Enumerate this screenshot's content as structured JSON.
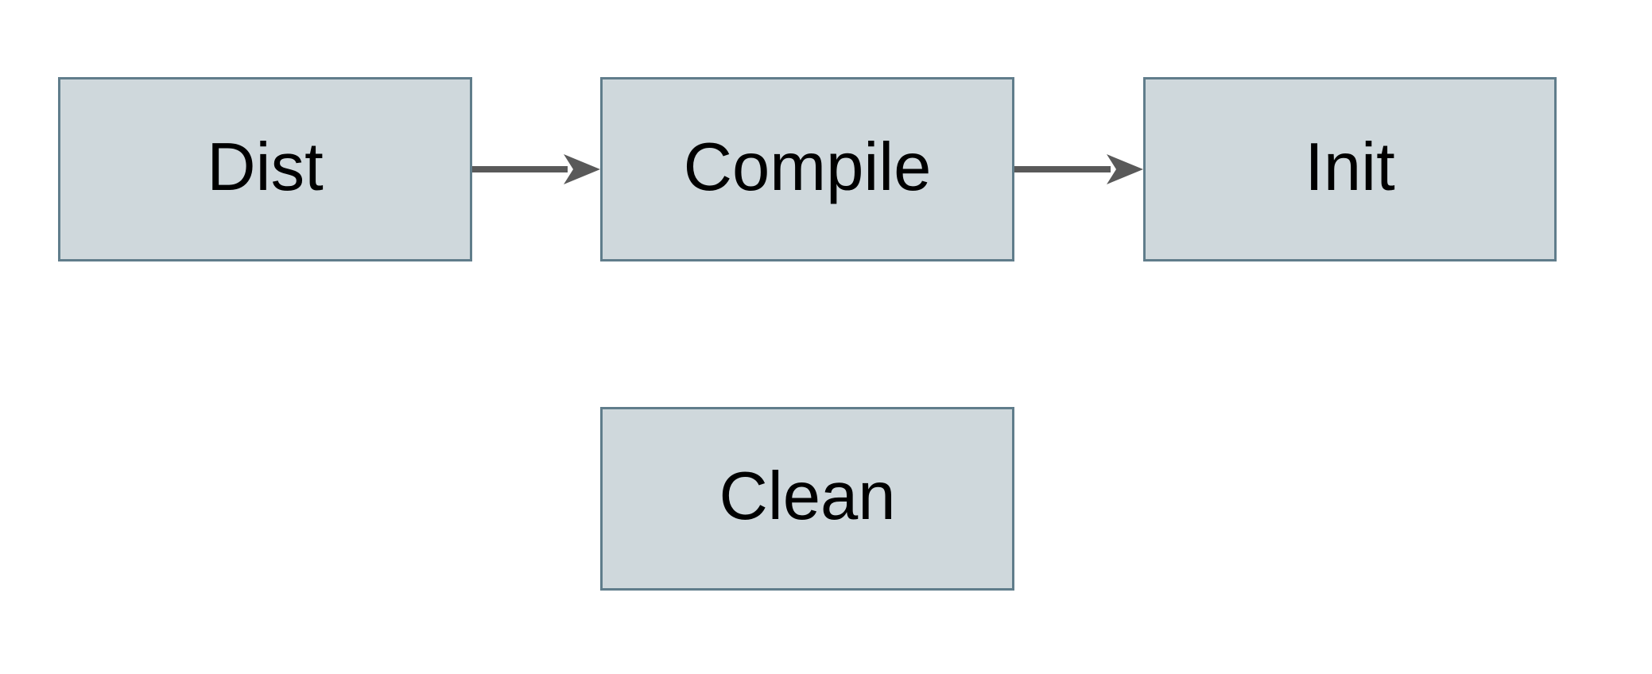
{
  "diagram": {
    "title": "build-targets-flow",
    "background_color": "#ffffff",
    "nodes": [
      {
        "id": "dist",
        "label": "Dist"
      },
      {
        "id": "compile",
        "label": "Compile"
      },
      {
        "id": "init",
        "label": "Init"
      },
      {
        "id": "clean",
        "label": "Clean"
      }
    ],
    "edges": [
      {
        "from": "Dist",
        "to": "Compile",
        "style": "solid-arrow"
      },
      {
        "from": "Compile",
        "to": "Init",
        "style": "solid-arrow"
      }
    ],
    "colors": {
      "node_fill": "#cfd8dc",
      "node_border": "#607d8b",
      "arrow": "#595959",
      "label_text": "#000000"
    }
  }
}
